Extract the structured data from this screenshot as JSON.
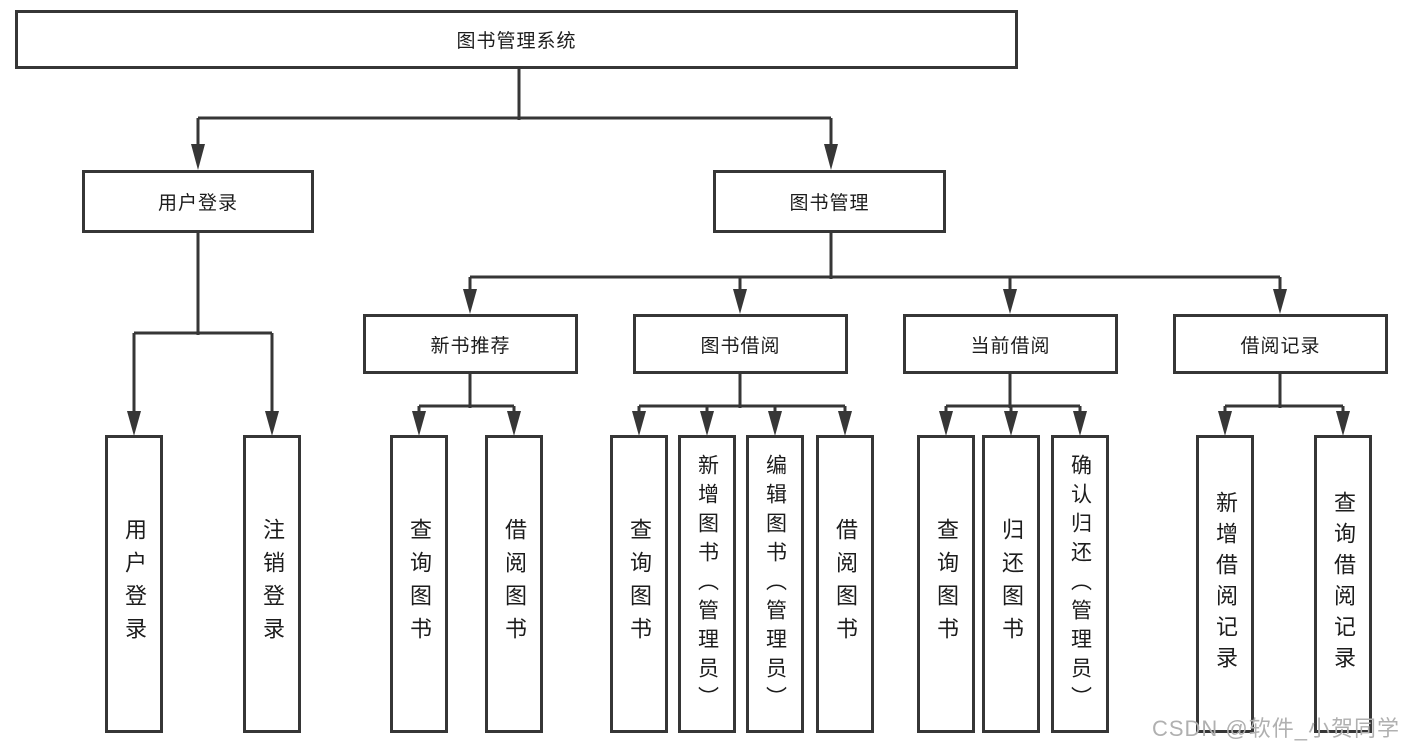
{
  "diagram": {
    "type": "hierarchy-tree",
    "root": {
      "label": "图书管理系统"
    },
    "level2": [
      {
        "label": "用户登录",
        "parent": "图书管理系统"
      },
      {
        "label": "图书管理",
        "parent": "图书管理系统"
      }
    ],
    "level3": [
      {
        "label": "新书推荐",
        "parent": "图书管理"
      },
      {
        "label": "图书借阅",
        "parent": "图书管理"
      },
      {
        "label": "当前借阅",
        "parent": "图书管理"
      },
      {
        "label": "借阅记录",
        "parent": "图书管理"
      }
    ],
    "leaves": [
      {
        "label": "用户登录",
        "parent": "用户登录"
      },
      {
        "label": "注销登录",
        "parent": "用户登录"
      },
      {
        "label": "查询图书",
        "parent": "新书推荐"
      },
      {
        "label": "借阅图书",
        "parent": "新书推荐"
      },
      {
        "label": "查询图书",
        "parent": "图书借阅"
      },
      {
        "label": "新增图书（管理员）",
        "parent": "图书借阅"
      },
      {
        "label": "编辑图书（管理员）",
        "parent": "图书借阅"
      },
      {
        "label": "借阅图书",
        "parent": "图书借阅"
      },
      {
        "label": "查询图书",
        "parent": "当前借阅"
      },
      {
        "label": "归还图书",
        "parent": "当前借阅"
      },
      {
        "label": "确认归还（管理员）",
        "parent": "当前借阅"
      },
      {
        "label": "新增借阅记录",
        "parent": "借阅记录"
      },
      {
        "label": "查询借阅记录",
        "parent": "借阅记录"
      }
    ]
  },
  "watermark": {
    "text": "CSDN @软件_小贺同学"
  },
  "colors": {
    "line": "#363636",
    "box_border": "#363636",
    "text": "#1c1c1c",
    "background": "#ffffff",
    "watermark": "#b0b0b0"
  }
}
